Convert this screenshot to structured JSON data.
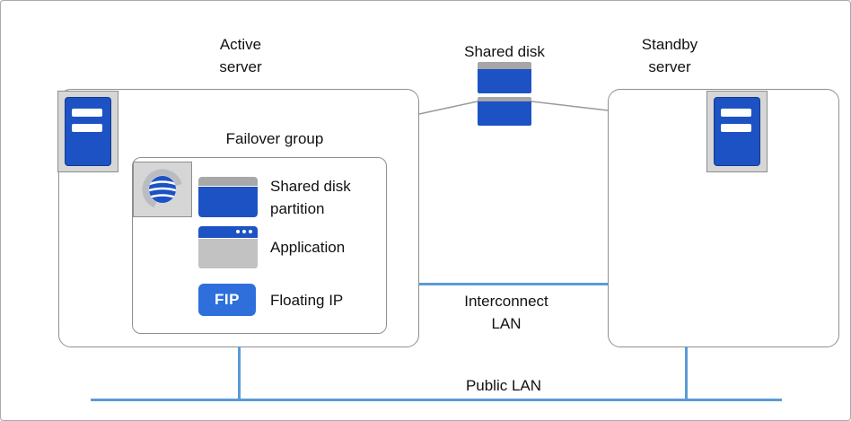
{
  "diagram": {
    "nodes": {
      "active_server": {
        "label": "Active\nserver"
      },
      "standby_server": {
        "label": "Standby\nserver"
      },
      "shared_disk": {
        "label": "Shared disk"
      },
      "failover_group": {
        "label": "Failover group"
      },
      "shared_disk_partition": {
        "label": "Shared disk\npartition"
      },
      "application": {
        "label": "Application"
      },
      "floating_ip": {
        "label": "Floating IP",
        "badge": "FIP"
      }
    },
    "networks": {
      "interconnect_lan": {
        "label": "Interconnect\nLAN"
      },
      "public_lan": {
        "label": "Public LAN"
      }
    },
    "colors": {
      "icon_blue": "#1d52c4",
      "fip_blue": "#2e6fdb",
      "lan_line_blue": "#5b9bd5",
      "box_border_gray": "#8f8f8f",
      "icon_frame_gray": "#d6d6d6",
      "connector_gray": "#9b9b9b"
    }
  }
}
